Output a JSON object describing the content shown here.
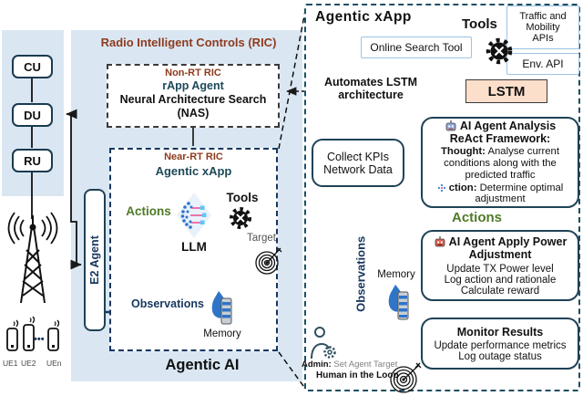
{
  "colors": {
    "panel_blue": "#DAE7F3",
    "accent_red": "#8F3B1E",
    "navy": "#1C4959",
    "border_navy": "#1F4257",
    "green": "#4F7A28",
    "lstm_fill": "#FBDFCB",
    "api_border": "#9DC3E6",
    "observations_navy": "#17375E"
  },
  "left": {
    "nodes": [
      "CU",
      "DU",
      "RU"
    ],
    "ue_labels": [
      "UE1",
      "UE2",
      "UEn"
    ],
    "dots": "•••"
  },
  "ric": {
    "title": "Radio Intelligent Controls (RIC)",
    "e2_agent": "E2 Agent",
    "agentic_ai": "Agentic AI",
    "non_rt": {
      "label": "Non-RT RIC",
      "agent": "rApp Agent",
      "nas1": "Neural Architecture Search",
      "nas2": "(NAS)"
    },
    "near_rt": {
      "label": "Near-RT RIC",
      "app": "Agentic xApp",
      "actions": "Actions",
      "tools": "Tools",
      "target": "Target",
      "llm": "LLM",
      "observations": "Observations",
      "memory": "Memory"
    }
  },
  "xapp": {
    "title": "Agentic xApp",
    "tools": "Tools",
    "traffic_lines": [
      "Traffic and",
      "Mobility",
      "APIs"
    ],
    "online_search": "Online Search Tool",
    "env_api": "Env. API",
    "automates_lines": [
      "Automates LSTM",
      "architecture"
    ],
    "lstm": "LSTM",
    "collect_lines": [
      "Collect KPIs",
      "Network Data"
    ],
    "analysis": {
      "title": "AI Agent Analysis",
      "framework": "ReAct Framework:",
      "thought_label": "Thought:",
      "thought_text": "Analyse current conditions along with the predicted traffic",
      "action_label": "ction:",
      "action_text": "Determine optimal adjustment"
    },
    "actions": "Actions",
    "apply": {
      "title": "AI Agent Apply Power Adjustment",
      "items": [
        "Update TX Power level",
        "Log action and rationale",
        "Calculate reward"
      ]
    },
    "monitor": {
      "title": "Monitor Results",
      "items": [
        "Update performance metrics",
        "Log outage status"
      ]
    },
    "observations": "Observations",
    "memory": "Memory",
    "admin_label": "Admin:",
    "admin_text": "Set Agent Target",
    "hitl": "Human in the Loop"
  }
}
